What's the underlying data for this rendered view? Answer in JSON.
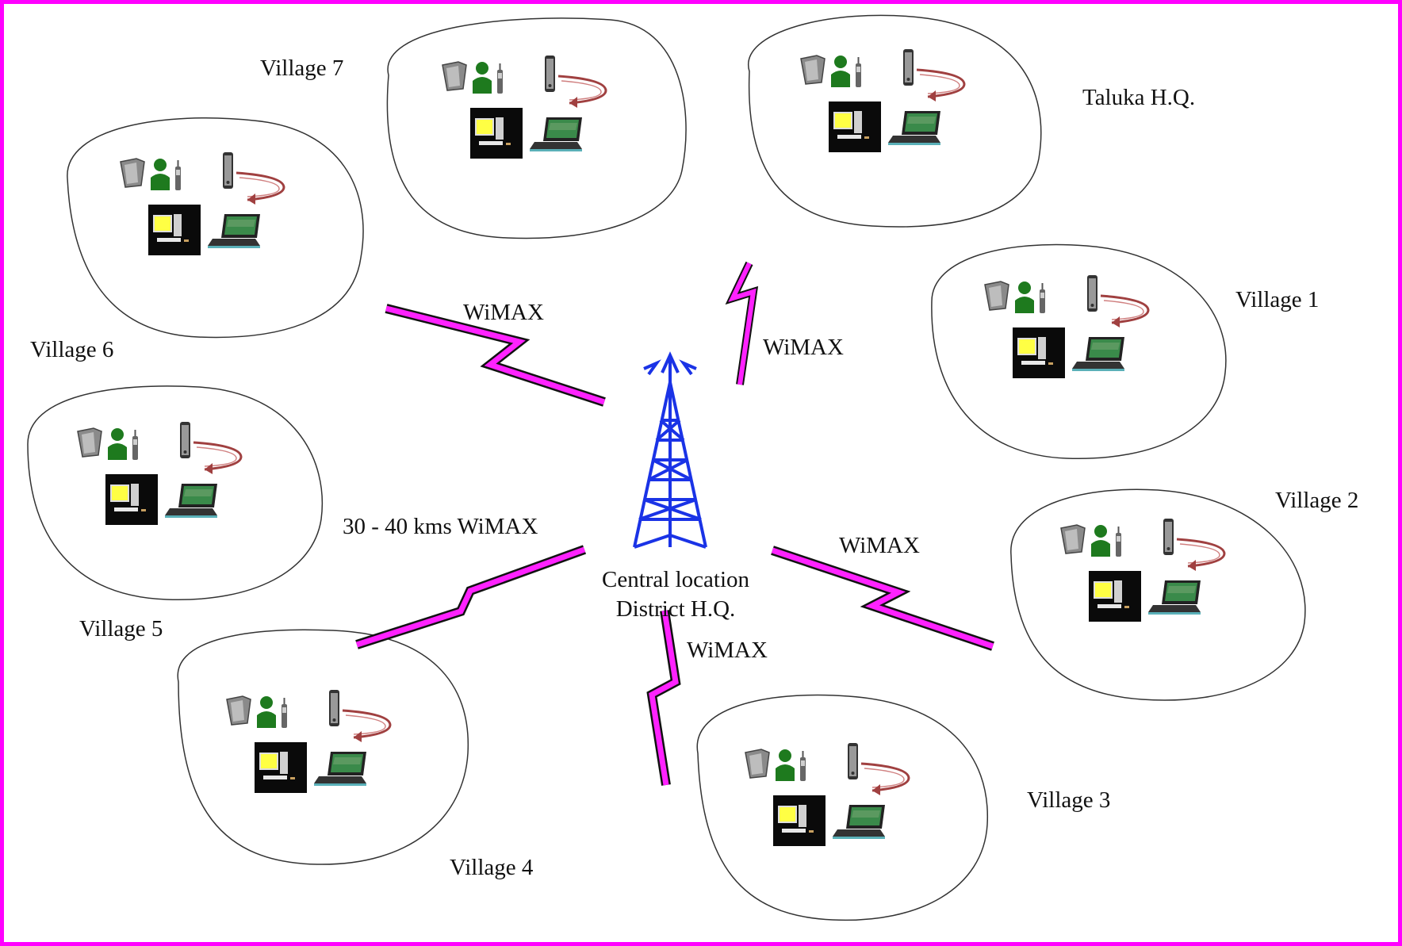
{
  "colors": {
    "border": "#ff00ff",
    "bolt": "#ff22ff",
    "bolt_edge": "#111111",
    "tower": "#1a33e6",
    "person": "#1e7a1e",
    "monitor_screen": "#ffff44",
    "arrow": "#a04040"
  },
  "regions": [
    {
      "id": "village-7",
      "label": "Village 7"
    },
    {
      "id": "taluka-hq",
      "label": "Taluka H.Q."
    },
    {
      "id": "village-6",
      "label": "Village 6"
    },
    {
      "id": "village-1",
      "label": "Village 1"
    },
    {
      "id": "village-5",
      "label": "Village 5"
    },
    {
      "id": "village-2",
      "label": "Village 2"
    },
    {
      "id": "village-4",
      "label": "Village 4"
    },
    {
      "id": "village-3",
      "label": "Village 3"
    }
  ],
  "central": {
    "line1": "Central location",
    "line2": "District H.Q.",
    "icon": "wimax-tower-icon"
  },
  "links": [
    {
      "label": "WiMAX"
    },
    {
      "label": "WiMAX"
    },
    {
      "label": "30 - 40 kms WiMAX"
    },
    {
      "label": "WiMAX"
    },
    {
      "label": "WiMAX"
    }
  ],
  "device_icons": [
    "router-icon",
    "person-icon",
    "mobile-phone-icon",
    "tower-pc-icon",
    "desktop-computer-icon",
    "laptop-icon",
    "wireless-arrow-icon"
  ]
}
